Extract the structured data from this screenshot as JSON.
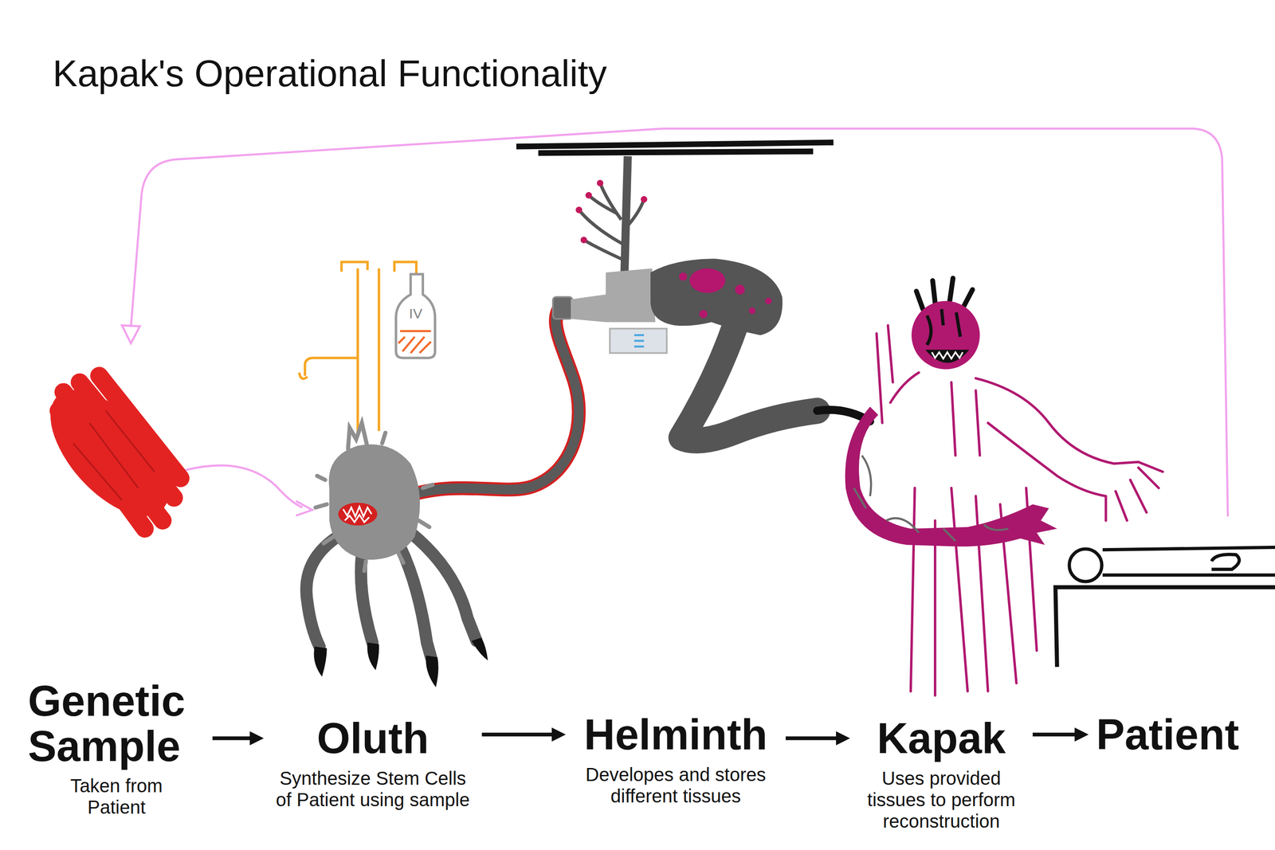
{
  "diagram": {
    "title": "Kapak's Operational Functionality",
    "nodes": [
      {
        "text": [
          "Genetic Sample",
          "Taken from Patient"
        ]
      },
      {
        "text": [
          "Oluth",
          "Synthesize Stem Cells of Patient using sample"
        ]
      },
      {
        "text": [
          "Helminth",
          "Developes and stores different tissues"
        ]
      },
      {
        "text": [
          "Kapak",
          "Uses provided tissues to perform reconstruction"
        ]
      },
      {
        "text": [
          "Patient"
        ]
      }
    ],
    "edges": [
      {
        "from": 0,
        "to": 1,
        "arrow": "to"
      },
      {
        "from": 1,
        "to": 2,
        "arrow": "to"
      },
      {
        "from": 2,
        "to": 3,
        "arrow": "to"
      },
      {
        "from": 3,
        "to": 4,
        "arrow": "to"
      }
    ],
    "labels": [
      "IV"
    ]
  }
}
